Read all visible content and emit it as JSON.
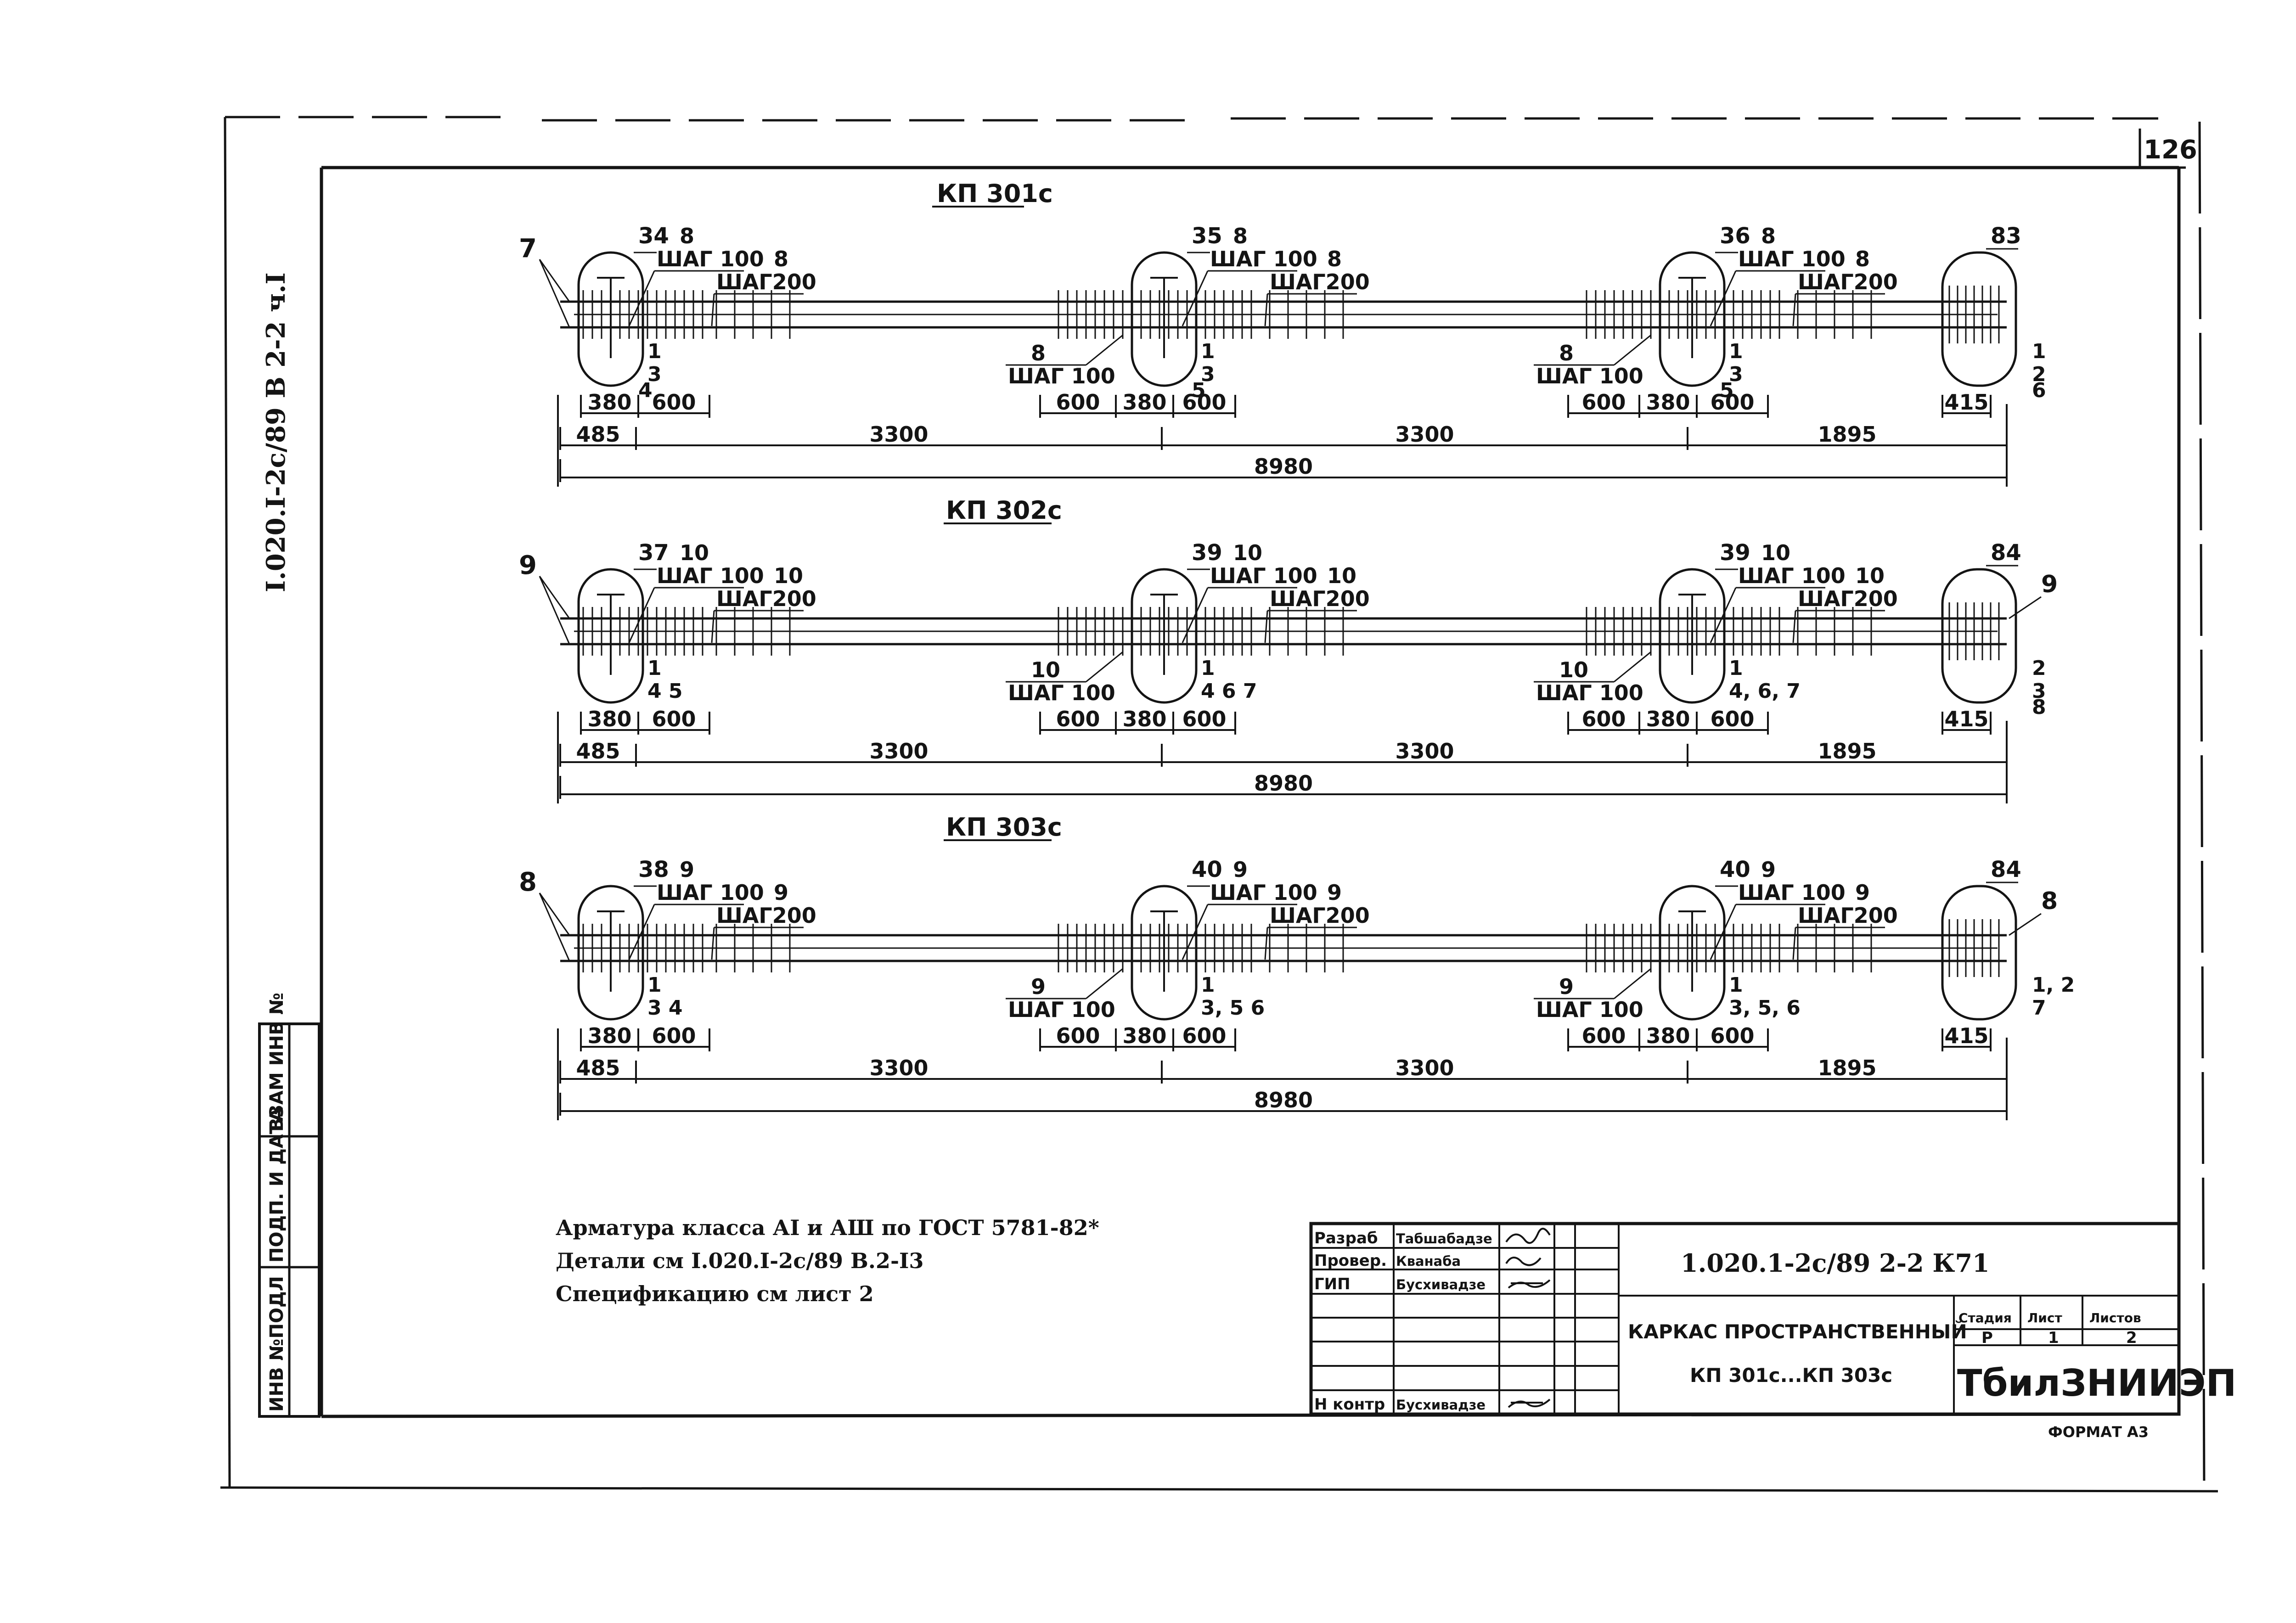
{
  "sheet_number": "126",
  "side_designation": "I.020.I-2c/89  В  2-2  ч.I",
  "frames": [
    {
      "name": "КП 301с",
      "left_end_mark": "7",
      "stirrups": [
        {
          "pos": "34",
          "b1": "1",
          "b2": "3",
          "b3": "4"
        },
        {
          "pos": "35",
          "b1": "1",
          "b2": "3",
          "b3": "5"
        },
        {
          "pos": "36",
          "b1": "1",
          "b2": "3",
          "b3": "5"
        }
      ],
      "end_cage": {
        "pos": "83",
        "b1": "1",
        "b2": "2",
        "b3": "6",
        "mark": ""
      },
      "pitch_mark": "8",
      "pitch_100": "ШАГ 100",
      "pitch_200": "ШАГ200"
    },
    {
      "name": "КП 302с",
      "left_end_mark": "9",
      "stirrups": [
        {
          "pos": "37",
          "b1": "1",
          "b2": "4  5",
          "b3": ""
        },
        {
          "pos": "39",
          "b1": "1",
          "b2": "4 6 7",
          "b3": ""
        },
        {
          "pos": "39",
          "b1": "1",
          "b2": "4, 6, 7",
          "b3": ""
        }
      ],
      "end_cage": {
        "pos": "84",
        "b1": "2",
        "b2": "3",
        "b3": "8",
        "mark": "9"
      },
      "pitch_mark": "10",
      "pitch_100": "ШАГ 100",
      "pitch_200": "ШАГ200"
    },
    {
      "name": "КП 303с",
      "left_end_mark": "8",
      "stirrups": [
        {
          "pos": "38",
          "b1": "1",
          "b2": "3  4",
          "b3": ""
        },
        {
          "pos": "40",
          "b1": "1",
          "b2": "3, 5 6",
          "b3": ""
        },
        {
          "pos": "40",
          "b1": "1",
          "b2": "3, 5, 6",
          "b3": ""
        }
      ],
      "end_cage": {
        "pos": "84",
        "b1": "1, 2",
        "b2": "7",
        "b3": "",
        "mark": "8"
      },
      "pitch_mark": "9",
      "pitch_100": "ШАГ 100",
      "pitch_200": "ШАГ200"
    }
  ],
  "dimensions": {
    "seg_380": "380",
    "seg_600": "600",
    "seg_415": "415",
    "span_485": "485",
    "span_3300": "3300",
    "span_1895": "1895",
    "total": "8980"
  },
  "notes": [
    "Арматура класса АI и АШ по ГОСТ 5781-82*",
    "Детали см  I.020.I-2c/89 В.2-I3",
    "Спецификацию см лист 2"
  ],
  "left_stamp": [
    "ИНВ №ПОДЛ",
    "ПОДП. И ДАТА",
    "ВЗАМ ИНВ №"
  ],
  "title_block": {
    "roles": [
      "Разраб",
      "Провер.",
      "ГИП",
      "Н контр"
    ],
    "names": [
      "Табшабадзе",
      "Кванаба",
      "Бусхивадзе",
      "Бусхивадзе"
    ],
    "document_code": "1.020.1-2с/89  2-2  К71",
    "title_line1": "КАРКАС  ПРОСТРАНСТВЕННЫЙ",
    "title_line2": "КП 301с...КП 303с",
    "stage_header": "Стадия",
    "sheet_header": "Лист",
    "sheets_header": "Листов",
    "stage_value": "Р",
    "sheet_value": "1",
    "sheets_value": "2",
    "organization": "ТбилЗНИИЭП"
  },
  "format": "ФОРМАТ А3"
}
